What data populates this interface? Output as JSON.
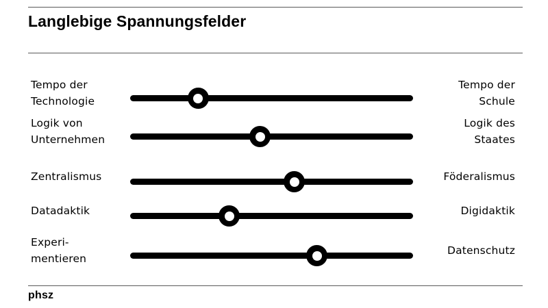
{
  "slide": {
    "title": "Langlebige Spannungsfelder",
    "footer_logo": "phsz"
  },
  "chart_data": {
    "type": "bar",
    "title": "Langlebige Spannungsfelder",
    "xlabel": "",
    "ylabel": "",
    "xlim": [
      0,
      100
    ],
    "grid": false,
    "legend": "none",
    "categories": [
      "Tempo der Technologie ↔ Tempo der Schule",
      "Logik von Unternehmen ↔ Logik des Staates",
      "Zentralismus ↔ Föderalismus",
      "Datadaktik ↔ Digidaktik",
      "Experimentieren ↔ Datenschutz"
    ],
    "values": [
      24,
      46,
      58,
      35,
      66
    ],
    "value_unit": "percent-of-track"
  },
  "rows": [
    {
      "left_label_line1": "Tempo der",
      "left_label_line2": "Technologie",
      "right_label_line1": "Tempo der",
      "right_label_line2": "Schule",
      "position_percent": 24
    },
    {
      "left_label_line1": "Logik von",
      "left_label_line2": "Unternehmen",
      "right_label_line1": "Logik des",
      "right_label_line2": "Staates",
      "position_percent": 46
    },
    {
      "left_label_line1": "Zentralismus",
      "left_label_line2": "",
      "right_label_line1": "Föderalismus",
      "right_label_line2": "",
      "position_percent": 58
    },
    {
      "left_label_line1": "Datadaktik",
      "left_label_line2": "",
      "right_label_line1": "Digidaktik",
      "right_label_line2": "",
      "position_percent": 35
    },
    {
      "left_label_line1": "Experi-",
      "left_label_line2": "mentieren",
      "right_label_line1": "Datenschutz",
      "right_label_line2": "",
      "position_percent": 66
    }
  ],
  "colors": {
    "background": "#ffffff",
    "text": "#000000",
    "rule": "#595959",
    "track": "#000000",
    "handle_fill": "#000000",
    "handle_center": "#ffffff"
  }
}
